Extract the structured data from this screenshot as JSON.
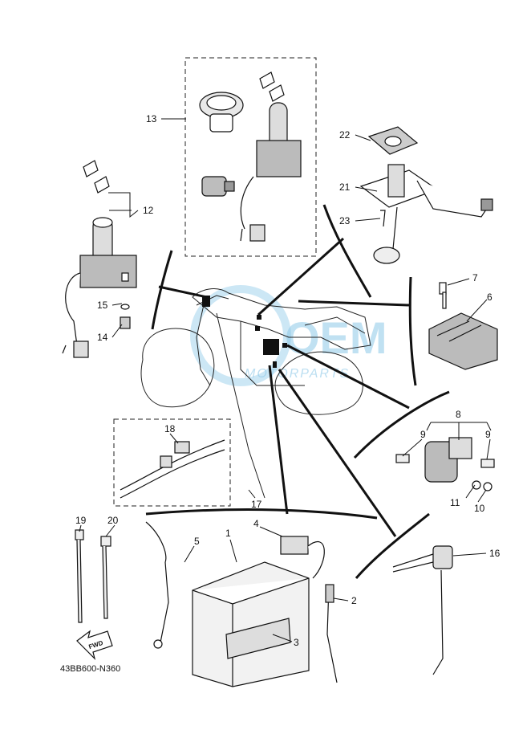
{
  "diagram": {
    "code": "43BB600-N360",
    "fwd_label": "FWD",
    "watermark": {
      "brand": "OEM",
      "sub": "MOTORPARTS"
    },
    "callouts": [
      "1",
      "2",
      "3",
      "4",
      "5",
      "6",
      "7",
      "8",
      "9",
      "9",
      "10",
      "11",
      "12",
      "13",
      "14",
      "15",
      "16",
      "17",
      "18",
      "19",
      "20",
      "21",
      "22",
      "23"
    ]
  }
}
